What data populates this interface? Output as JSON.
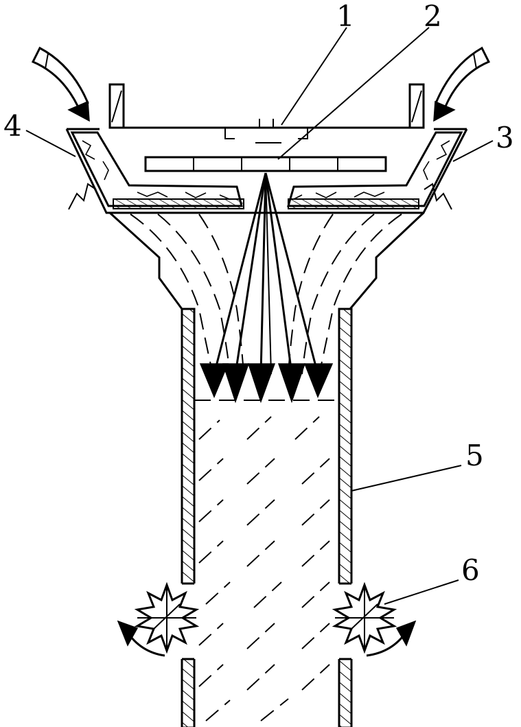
{
  "labels": {
    "l1": "1",
    "l2": "2",
    "l3": "3",
    "l4": "4",
    "l5": "5",
    "l6": "6"
  },
  "colors": {
    "line": "#000000",
    "background": "#ffffff"
  }
}
